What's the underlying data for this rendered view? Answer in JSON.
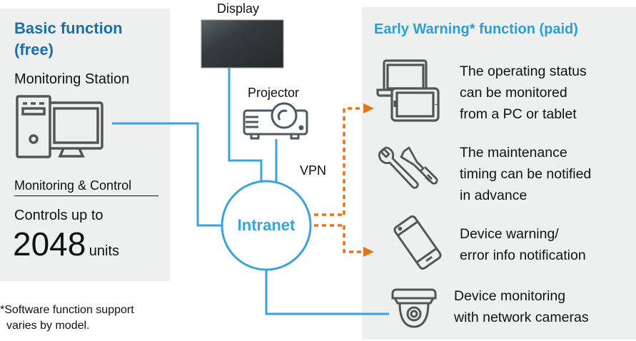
{
  "colors": {
    "panel_bg": "#eef0f0",
    "basic_title": "#1a6fa6",
    "early_title": "#2a9fd6",
    "network_line": "#3aa3dc",
    "vpn_line": "#ec7210",
    "icon_stroke": "#555555",
    "text": "#111111"
  },
  "basic": {
    "title_line1": "Basic function",
    "title_line2": "(free)",
    "station_label": "Monitoring Station",
    "station_icon": "desktop-computer-icon",
    "control_heading": "Monitoring & Control",
    "controls_line": "Controls up to",
    "units_number": "2048",
    "units_label": "units"
  },
  "footnote": {
    "line1": "*Software function support",
    "line2": "varies by model."
  },
  "center": {
    "display_label": "Display",
    "projector_label": "Projector",
    "vpn_label": "VPN",
    "hub_label": "Intranet"
  },
  "early": {
    "title": "Early Warning* function (paid)",
    "items": [
      {
        "icon": "laptop-tablet-icon",
        "lines": [
          "The operating status",
          "can be monitored",
          "from a PC or tablet"
        ]
      },
      {
        "icon": "wrench-screwdriver-icon",
        "lines": [
          "The maintenance",
          "timing can be notified",
          "in advance"
        ]
      },
      {
        "icon": "smartphone-icon",
        "lines": [
          "Device warning/",
          "error info notification"
        ]
      },
      {
        "icon": "dome-camera-icon",
        "lines": [
          "Device monitoring",
          "with network cameras"
        ]
      }
    ]
  }
}
